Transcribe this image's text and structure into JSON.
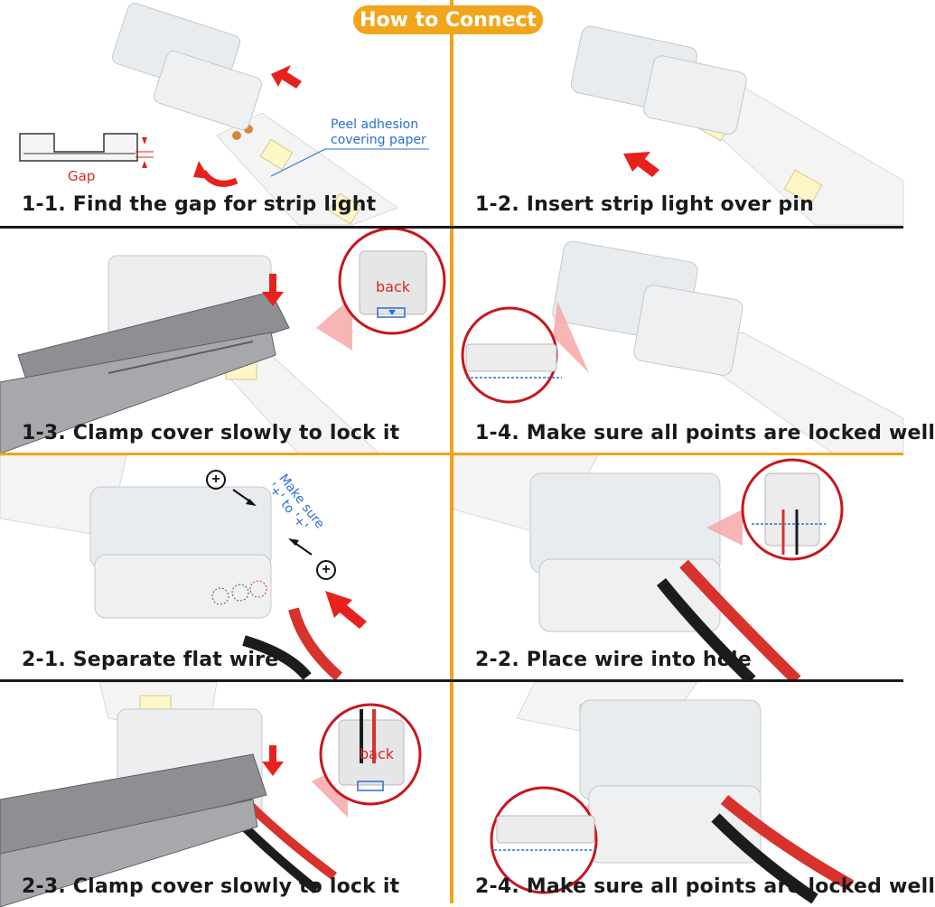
{
  "header": {
    "title": "How to Connect"
  },
  "panels": [
    {
      "id": "1-1",
      "caption": "1-1. Find the gap for strip light"
    },
    {
      "id": "1-2",
      "caption": "1-2. Insert strip light over pin"
    },
    {
      "id": "1-3",
      "caption": "1-3. Clamp cover slowly to lock it"
    },
    {
      "id": "1-4",
      "caption": "1-4. Make sure all points are locked well"
    },
    {
      "id": "2-1",
      "caption": "2-1. Separate flat wire"
    },
    {
      "id": "2-2",
      "caption": "2-2. Place wire into hole"
    },
    {
      "id": "2-3",
      "caption": "2-3. Clamp cover slowly to lock it"
    },
    {
      "id": "2-4",
      "caption": "2-4. Make sure all points are locked well"
    }
  ],
  "annotations": {
    "gap_label": "Gap",
    "peel_note_line1": "Peel adhesion",
    "peel_note_line2": "covering paper",
    "back_label": "back",
    "polarity_line1": "Make sure",
    "polarity_line2": "'+' to '+'",
    "plus_symbol": "+"
  },
  "colors": {
    "accent": "#f2a51b",
    "divider": "#1a1a1a",
    "arrow": "#e8211c",
    "note": "#2a6fd6",
    "wire_red": "#d8322c",
    "wire_black": "#1c1c1c"
  }
}
